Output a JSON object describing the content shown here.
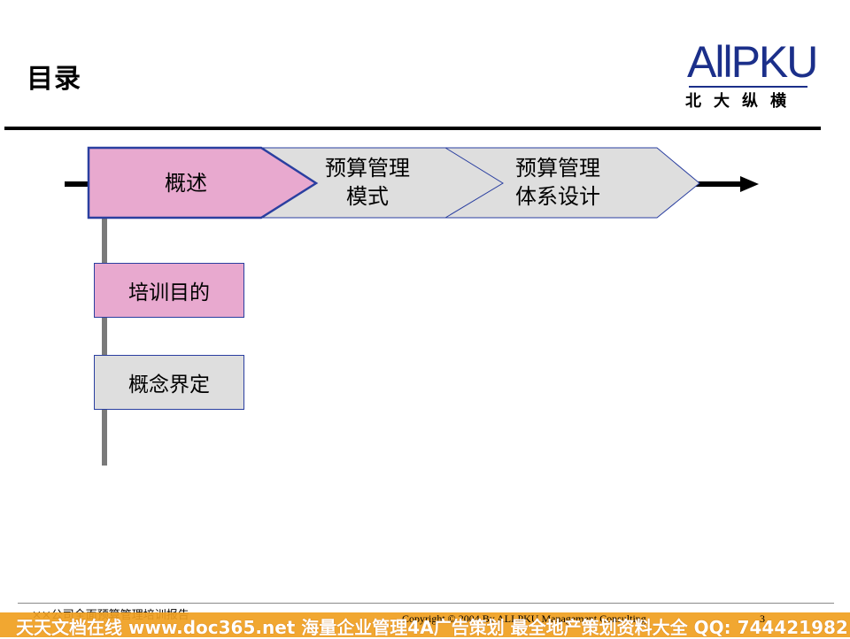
{
  "title": "目录",
  "logo": {
    "mark": "AllPKU",
    "subtitle": "北大纵横"
  },
  "flow": {
    "steps": [
      {
        "line1": "概述",
        "line2": "",
        "active": true
      },
      {
        "line1": "预算管理",
        "line2": "模式",
        "active": false
      },
      {
        "line1": "预算管理",
        "line2": "体系设计",
        "active": false
      }
    ]
  },
  "subitems": [
    {
      "label": "培训目的",
      "active": true
    },
    {
      "label": "概念界定",
      "active": false
    }
  ],
  "footer": {
    "left_text": "××公司全面预算管理培训报告",
    "copyright": "Copyright © 2004 By ALLPKU Management Consulting",
    "page": "3"
  },
  "watermark": "天天文档在线 www.doc365.net 海量企业管理4A广告策划 最全地产策划资料大全 QQ: 744421982",
  "colors": {
    "active_fill": "#e8a9cf",
    "inactive_fill": "#dedede",
    "border": "#2a3fa0",
    "connector": "#7a7a7a",
    "watermark_bg": "#f0a020"
  }
}
